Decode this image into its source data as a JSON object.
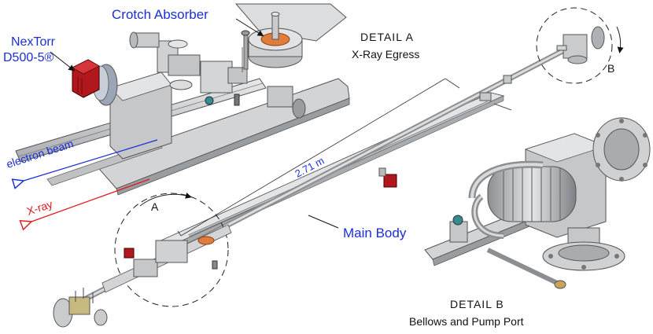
{
  "labels": {
    "crotch_absorber": "Crotch Absorber",
    "nextorr_line1": "NexTorr",
    "nextorr_line2": "D500-5®",
    "electron_beam": "electron beam",
    "x_ray": "X-ray",
    "length": "2.71 m",
    "main_body": "Main Body",
    "detail_a_title": "DETAIL A",
    "detail_a_subtitle": "X-Ray Egress",
    "detail_b_title": "DETAIL B",
    "detail_b_subtitle": "Bellows and Pump Port",
    "marker_a": "A",
    "marker_b": "B"
  },
  "colors": {
    "label_blue": "#1a2fd6",
    "label_red": "#e01818",
    "pump_red": "#b0181d",
    "absorber_orange": "#e07c3c",
    "steel": "#c9cbcd",
    "steel_dark": "#8c8f92"
  }
}
